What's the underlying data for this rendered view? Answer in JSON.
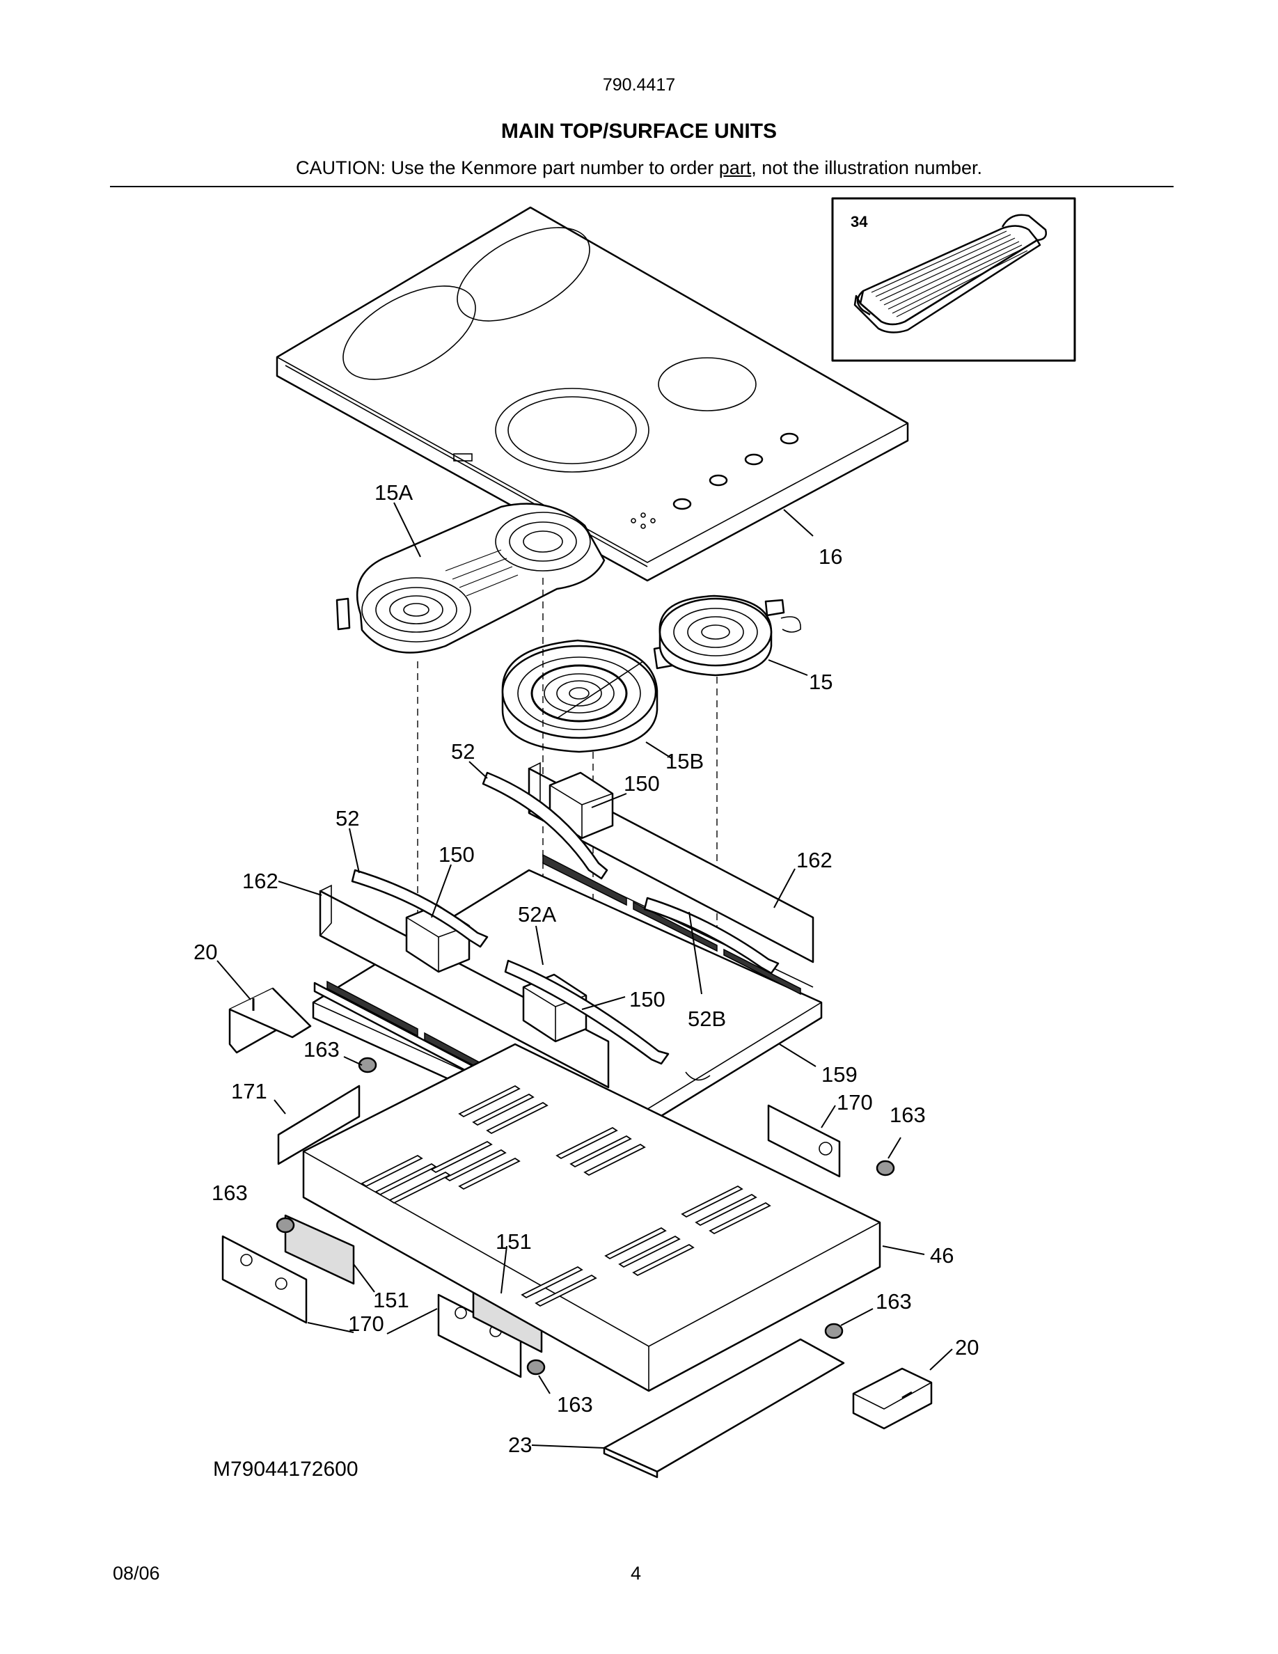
{
  "header": {
    "model": "790.4417",
    "title": "MAIN TOP/SURFACE UNITS",
    "caution_before": "CAUTION: Use the Kenmore part number to order ",
    "caution_underlined": "part",
    "caution_after": ", not the illustration number."
  },
  "diagram": {
    "inset_label": "34",
    "callouts": {
      "c15A": "15A",
      "c16": "16",
      "c15": "15",
      "c15B": "15B",
      "c52_top": "52",
      "c150_top": "150",
      "c52_left": "52",
      "c150_left": "150",
      "c162_right": "162",
      "c162_left": "162",
      "c52A": "52A",
      "c20_left": "20",
      "c150_mid": "150",
      "c52B": "52B",
      "c163_a": "163",
      "c159": "159",
      "c171": "171",
      "c170_right": "170",
      "c163_b": "163",
      "c163_c": "163",
      "c46": "46",
      "c151_mid": "151",
      "c151_left": "151",
      "c163_d": "163",
      "c170_left": "170",
      "c20_right": "20",
      "c163_e": "163",
      "c23": "23"
    }
  },
  "footer": {
    "drawing_number": "M79044172600",
    "date": "08/06",
    "page_number": "4"
  }
}
